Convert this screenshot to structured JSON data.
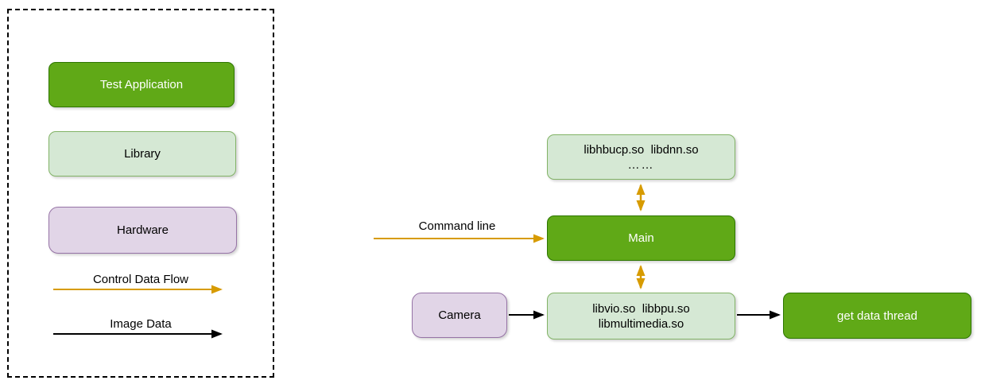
{
  "colors": {
    "app_fill": "#60a917",
    "app_border": "#2d7600",
    "library_fill": "#d5e8d4",
    "library_border": "#82b366",
    "hardware_fill": "#e1d5e7",
    "hardware_border": "#9673a6",
    "control_flow_arrow": "#d79b00",
    "image_data_arrow": "#000000",
    "legend_border": "#000000"
  },
  "legend": {
    "test_application": "Test Application",
    "library": "Library",
    "hardware": "Hardware",
    "control_data_flow": "Control Data Flow",
    "image_data": "Image Data"
  },
  "diagram": {
    "command_line": "Command line",
    "top_library_line1": "libhbucp.so  libdnn.so",
    "top_library_line2": "……",
    "main": "Main",
    "camera": "Camera",
    "mid_library_line1": "libvio.so  libbpu.so",
    "mid_library_line2": "libmultimedia.so",
    "get_data_thread": "get data thread"
  }
}
